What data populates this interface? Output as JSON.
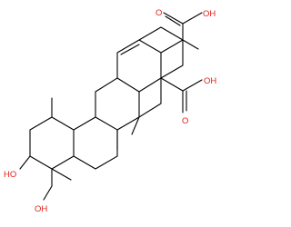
{
  "molecule": {
    "type": "skeletal-structure",
    "atom_labels": {
      "cooh_top": "OH",
      "cooh_top_o": "O",
      "cooh_lower": "OH",
      "cooh_lower_o": "O",
      "hydroxyl_left": "HO",
      "hydroxyl_bottom": "OH"
    },
    "colors": {
      "bond": "#000000",
      "oxygen": "#e0201a",
      "carbon_text": "#000000"
    }
  }
}
